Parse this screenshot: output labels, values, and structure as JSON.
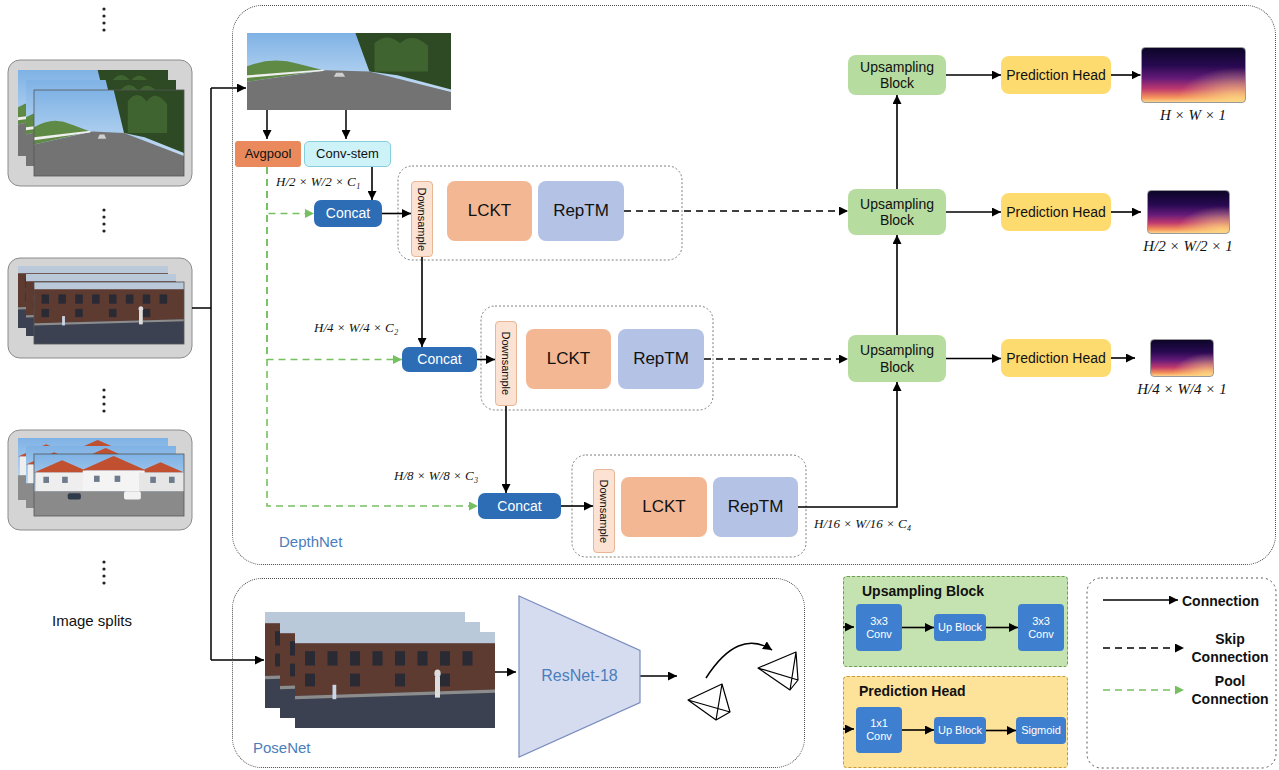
{
  "diagram": {
    "nodes": [
      {
        "text": [
          "DepthNet"
        ]
      },
      {
        "text": [
          "Avgpool"
        ],
        "in": 0
      },
      {
        "text": [
          "Conv-stem"
        ],
        "in": 0
      },
      {
        "text": [
          "Concat"
        ],
        "in": 0
      },
      {
        "text": [
          "Downsample"
        ],
        "in": 0
      },
      {
        "text": [
          "LCKT"
        ],
        "in": 0
      },
      {
        "text": [
          "RepTM"
        ],
        "in": 0
      },
      {
        "text": [
          "Concat"
        ],
        "in": 0
      },
      {
        "text": [
          "Downsample"
        ],
        "in": 0
      },
      {
        "text": [
          "LCKT"
        ],
        "in": 0
      },
      {
        "text": [
          "RepTM"
        ],
        "in": 0
      },
      {
        "text": [
          "Concat"
        ],
        "in": 0
      },
      {
        "text": [
          "Downsample"
        ],
        "in": 0
      },
      {
        "text": [
          "LCKT"
        ],
        "in": 0
      },
      {
        "text": [
          "RepTM"
        ],
        "in": 0
      },
      {
        "text": [
          "Upsampling Block"
        ],
        "in": 0
      },
      {
        "text": [
          "Prediction Head"
        ],
        "in": 0
      },
      {
        "text": [
          "H × W × 1"
        ],
        "in": 0
      },
      {
        "text": [
          "Upsampling Block"
        ],
        "in": 0
      },
      {
        "text": [
          "Prediction Head"
        ],
        "in": 0
      },
      {
        "text": [
          "H/2 × W/2 × 1"
        ],
        "in": 0
      },
      {
        "text": [
          "Upsampling Block"
        ],
        "in": 0
      },
      {
        "text": [
          "Prediction Head"
        ],
        "in": 0
      },
      {
        "text": [
          "H/4 × W/4 × 1"
        ],
        "in": 0
      },
      {
        "text": [
          "PoseNet"
        ]
      },
      {
        "text": [
          "ResNet-18"
        ],
        "in": 24
      },
      {
        "text": [
          "Upsampling Block"
        ]
      },
      {
        "text": [
          "3x3 Conv"
        ],
        "in": 26
      },
      {
        "text": [
          "Up Block"
        ],
        "in": 26
      },
      {
        "text": [
          "3x3 Conv"
        ],
        "in": 26
      },
      {
        "text": [
          "Prediction Head"
        ]
      },
      {
        "text": [
          "1x1 Conv"
        ],
        "in": 30
      },
      {
        "text": [
          "Up Block"
        ],
        "in": 30
      },
      {
        "text": [
          "Sigmoid"
        ],
        "in": 30
      }
    ],
    "edges": [
      {
        "from": 2,
        "to": 3,
        "arrow": "to"
      },
      {
        "from": 1,
        "to": 3,
        "arrow": "to"
      },
      {
        "from": 1,
        "to": 7,
        "arrow": "to"
      },
      {
        "from": 1,
        "to": 11,
        "arrow": "to"
      },
      {
        "from": 3,
        "to": 4,
        "arrow": "to"
      },
      {
        "from": 4,
        "to": 7,
        "arrow": "to"
      },
      {
        "from": 7,
        "to": 8,
        "arrow": "to"
      },
      {
        "from": 8,
        "to": 11,
        "arrow": "to"
      },
      {
        "from": 11,
        "to": 12,
        "arrow": "to"
      },
      {
        "from": 6,
        "to": 18,
        "arrow": "to"
      },
      {
        "from": 10,
        "to": 21,
        "arrow": "to"
      },
      {
        "from": 14,
        "to": 21,
        "arrow": "to"
      },
      {
        "from": 21,
        "to": 18,
        "arrow": "to"
      },
      {
        "from": 18,
        "to": 15,
        "arrow": "to"
      },
      {
        "from": 15,
        "to": 16,
        "arrow": "to"
      },
      {
        "from": 18,
        "to": 19,
        "arrow": "to"
      },
      {
        "from": 21,
        "to": 22,
        "arrow": "to"
      },
      {
        "from": 16,
        "to": 17,
        "arrow": "to"
      },
      {
        "from": 19,
        "to": 20,
        "arrow": "to"
      },
      {
        "from": 22,
        "to": 23,
        "arrow": "to"
      },
      {
        "from": 27,
        "to": 28,
        "arrow": "to"
      },
      {
        "from": 28,
        "to": 29,
        "arrow": "to"
      },
      {
        "from": 31,
        "to": 32,
        "arrow": "to"
      },
      {
        "from": 32,
        "to": 33,
        "arrow": "to"
      }
    ],
    "labels": [
      "Image splits",
      "H/2 × W/2 × C₁",
      "H/4 × W/4 × C₂",
      "H/8 × W/8 × C₃",
      "H/16 × W/16 × C₄"
    ],
    "legend": [
      {
        "text": "Connection"
      },
      {
        "text": "Skip Connection"
      },
      {
        "text": "Pool Connection"
      }
    ]
  }
}
